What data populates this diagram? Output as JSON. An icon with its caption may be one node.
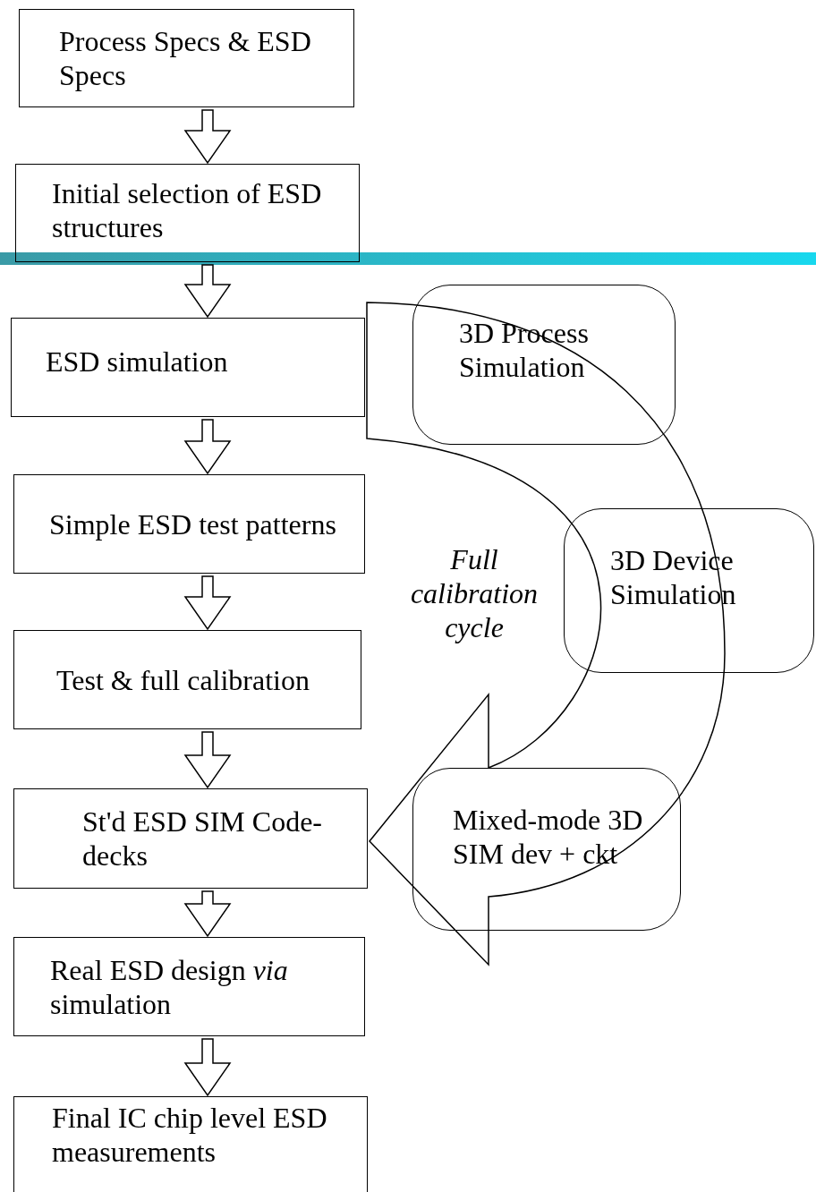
{
  "diagram": {
    "nodes": [
      {
        "text": [
          "Process  Specs & ESD  Specs"
        ]
      },
      {
        "text": [
          "Initial selection of ESD structures"
        ]
      },
      {
        "text": [
          "ESD simulation"
        ]
      },
      {
        "text": [
          "Simple ESD test patterns"
        ]
      },
      {
        "text": [
          "Test & full calibration"
        ]
      },
      {
        "text": [
          "St'd ESD SIM Code-decks"
        ]
      },
      {
        "text": [
          "Real ESD design *via* simulation"
        ]
      },
      {
        "text": [
          "Final IC chip level ESD measurements"
        ]
      },
      {
        "text": [
          "3D Process Simulation"
        ]
      },
      {
        "text": [
          "3D Device Simulation"
        ]
      },
      {
        "text": [
          "Mixed-mode 3D SIM dev + ckt"
        ]
      }
    ],
    "edges": [
      {
        "from": 0,
        "to": 1,
        "arrow": "to"
      },
      {
        "from": 1,
        "to": 2,
        "arrow": "to"
      },
      {
        "from": 2,
        "to": 3,
        "arrow": "to"
      },
      {
        "from": 3,
        "to": 4,
        "arrow": "to"
      },
      {
        "from": 4,
        "to": 5,
        "arrow": "to"
      },
      {
        "from": 5,
        "to": 6,
        "arrow": "to"
      },
      {
        "from": 6,
        "to": 7,
        "arrow": "to"
      },
      {
        "from": 2,
        "to": 5,
        "arrow": "to",
        "label": "Full calibration cycle"
      }
    ]
  }
}
